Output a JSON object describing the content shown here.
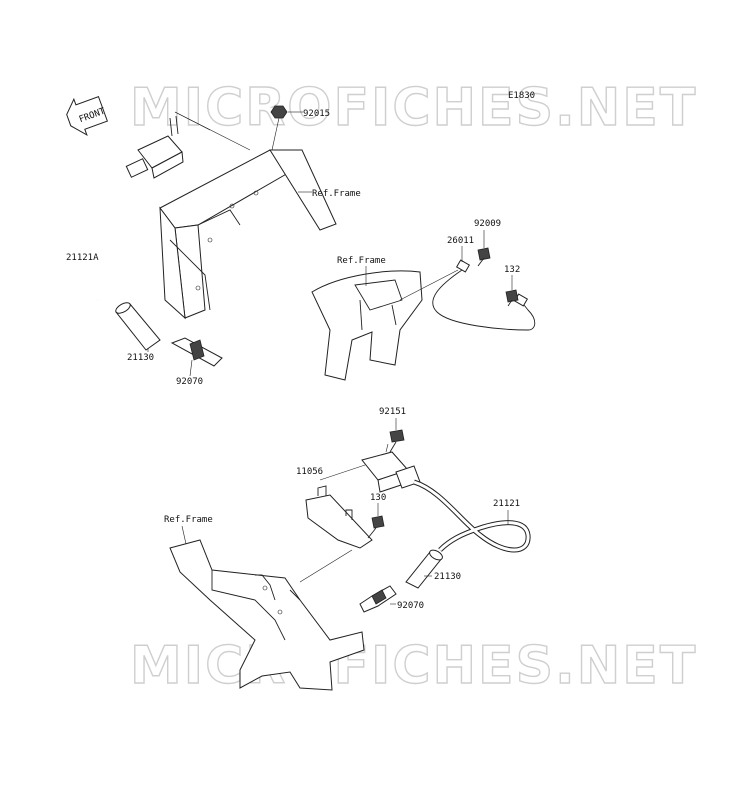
{
  "diagram_code": "E1830",
  "watermark": "MICROFICHES.NET",
  "front_label": "FRONT",
  "labels": {
    "p92015": "92015",
    "ref_frame_top": "Ref.Frame",
    "p21121A": "21121A",
    "p21130_top": "21130",
    "p92070_top": "92070",
    "p92009": "92009",
    "p26011": "26011",
    "ref_frame_mid": "Ref.Frame",
    "p132": "132",
    "p92151": "92151",
    "p11056": "11056",
    "p130": "130",
    "p21121": "21121",
    "ref_frame_bottom": "Ref.Frame",
    "p21130_bottom": "21130",
    "p92070_bottom": "92070"
  }
}
